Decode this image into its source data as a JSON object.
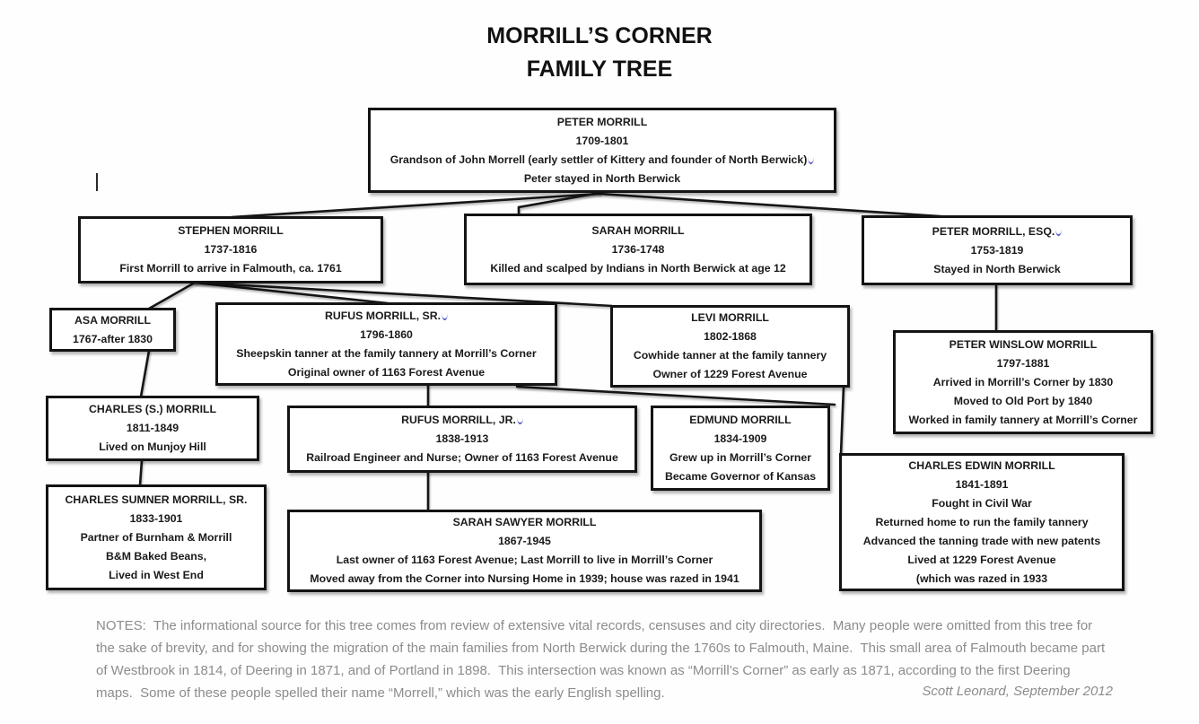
{
  "title": {
    "line1": "MORRILL’S CORNER",
    "line2": "FAMILY TREE"
  },
  "colors": {
    "background": "#fefefe",
    "text": "#1a1a1a",
    "box_border": "#141414",
    "connector": "#161616",
    "notes_text": "#8c8c8c",
    "spellcheck_squiggle": "#5a5ad2"
  },
  "nodes": {
    "peter": {
      "name": "PETER MORRILL",
      "years": "1709-1801",
      "details": [
        "Grandson of John Morrell (early settler of Kittery and founder of North Berwick)",
        "Peter stayed in North Berwick"
      ]
    },
    "stephen": {
      "name": "STEPHEN MORRILL",
      "years": "1737-1816",
      "details": [
        "First Morrill to arrive in Falmouth, ca. 1761"
      ]
    },
    "sarah": {
      "name": "SARAH MORRILL",
      "years": "1736-1748",
      "details": [
        "Killed and scalped by Indians in North Berwick at age 12"
      ]
    },
    "peter_esq": {
      "name": "PETER MORRILL, ESQ.",
      "years": "1753-1819",
      "details": [
        "Stayed in North Berwick"
      ]
    },
    "asa": {
      "name": "ASA MORRILL",
      "years": "1767-after 1830",
      "details": []
    },
    "rufus_sr": {
      "name": "RUFUS MORRILL, SR.",
      "years": "1796-1860",
      "details": [
        "Sheepskin tanner at the family tannery at Morrill’s Corner",
        "Original owner of 1163 Forest Avenue"
      ]
    },
    "levi": {
      "name": "LEVI MORRILL",
      "years": "1802-1868",
      "details": [
        "Cowhide tanner at the family tannery",
        "Owner of 1229 Forest Avenue"
      ]
    },
    "peter_winslow": {
      "name": "PETER WINSLOW MORRILL",
      "years": "1797-1881",
      "details": [
        "Arrived in Morrill’s Corner by 1830",
        "Moved to Old Port by 1840",
        "Worked in family tannery at Morrill’s Corner"
      ]
    },
    "charles_s": {
      "name": "CHARLES (S.) MORRILL",
      "years": "1811-1849",
      "details": [
        "Lived on Munjoy Hill"
      ]
    },
    "rufus_jr": {
      "name": "RUFUS MORRILL, JR.",
      "years": "1838-1913",
      "details": [
        "Railroad Engineer and Nurse; Owner of 1163 Forest Avenue"
      ]
    },
    "edmund": {
      "name": "EDMUND MORRILL",
      "years": "1834-1909",
      "details": [
        "Grew up in Morrill’s Corner",
        "Became Governor of Kansas"
      ]
    },
    "charles_edwin": {
      "name": "CHARLES EDWIN MORRILL",
      "years": "1841-1891",
      "details": [
        "Fought in Civil War",
        "Returned home to run the family tannery",
        "Advanced the tanning trade with new patents",
        "Lived at 1229 Forest Avenue",
        "(which was razed in 1933"
      ]
    },
    "charles_sumner": {
      "name": "CHARLES SUMNER MORRILL, SR.",
      "years": "1833-1901",
      "details": [
        "Partner of Burnham & Morrill",
        "B&M Baked Beans,",
        "Lived in West End"
      ]
    },
    "sarah_sawyer": {
      "name": "SARAH SAWYER MORRILL",
      "years": "1867-1945",
      "details": [
        "Last owner of 1163 Forest Avenue; Last Morrill to live in Morrill’s Corner",
        "Moved away from the Corner into Nursing Home in 1939; house was razed in 1941"
      ]
    }
  },
  "notes": "NOTES:  The informational source for this tree comes from review of extensive vital records, censuses and city directories.  Many people were omitted from this tree for the sake of brevity, and for showing the migration of the main families from North Berwick during the 1760s to Falmouth, Maine.  This small area of Falmouth became part of Westbrook in 1814, of Deering in 1871, and of Portland in 1898.  This intersection was known as “Morrill’s Corner” as early as 1871, according to the first Deering maps.  Some of these people spelled their name “Morrell,” which was the early English spelling.",
  "attribution": "Scott Leonard, September 2012"
}
